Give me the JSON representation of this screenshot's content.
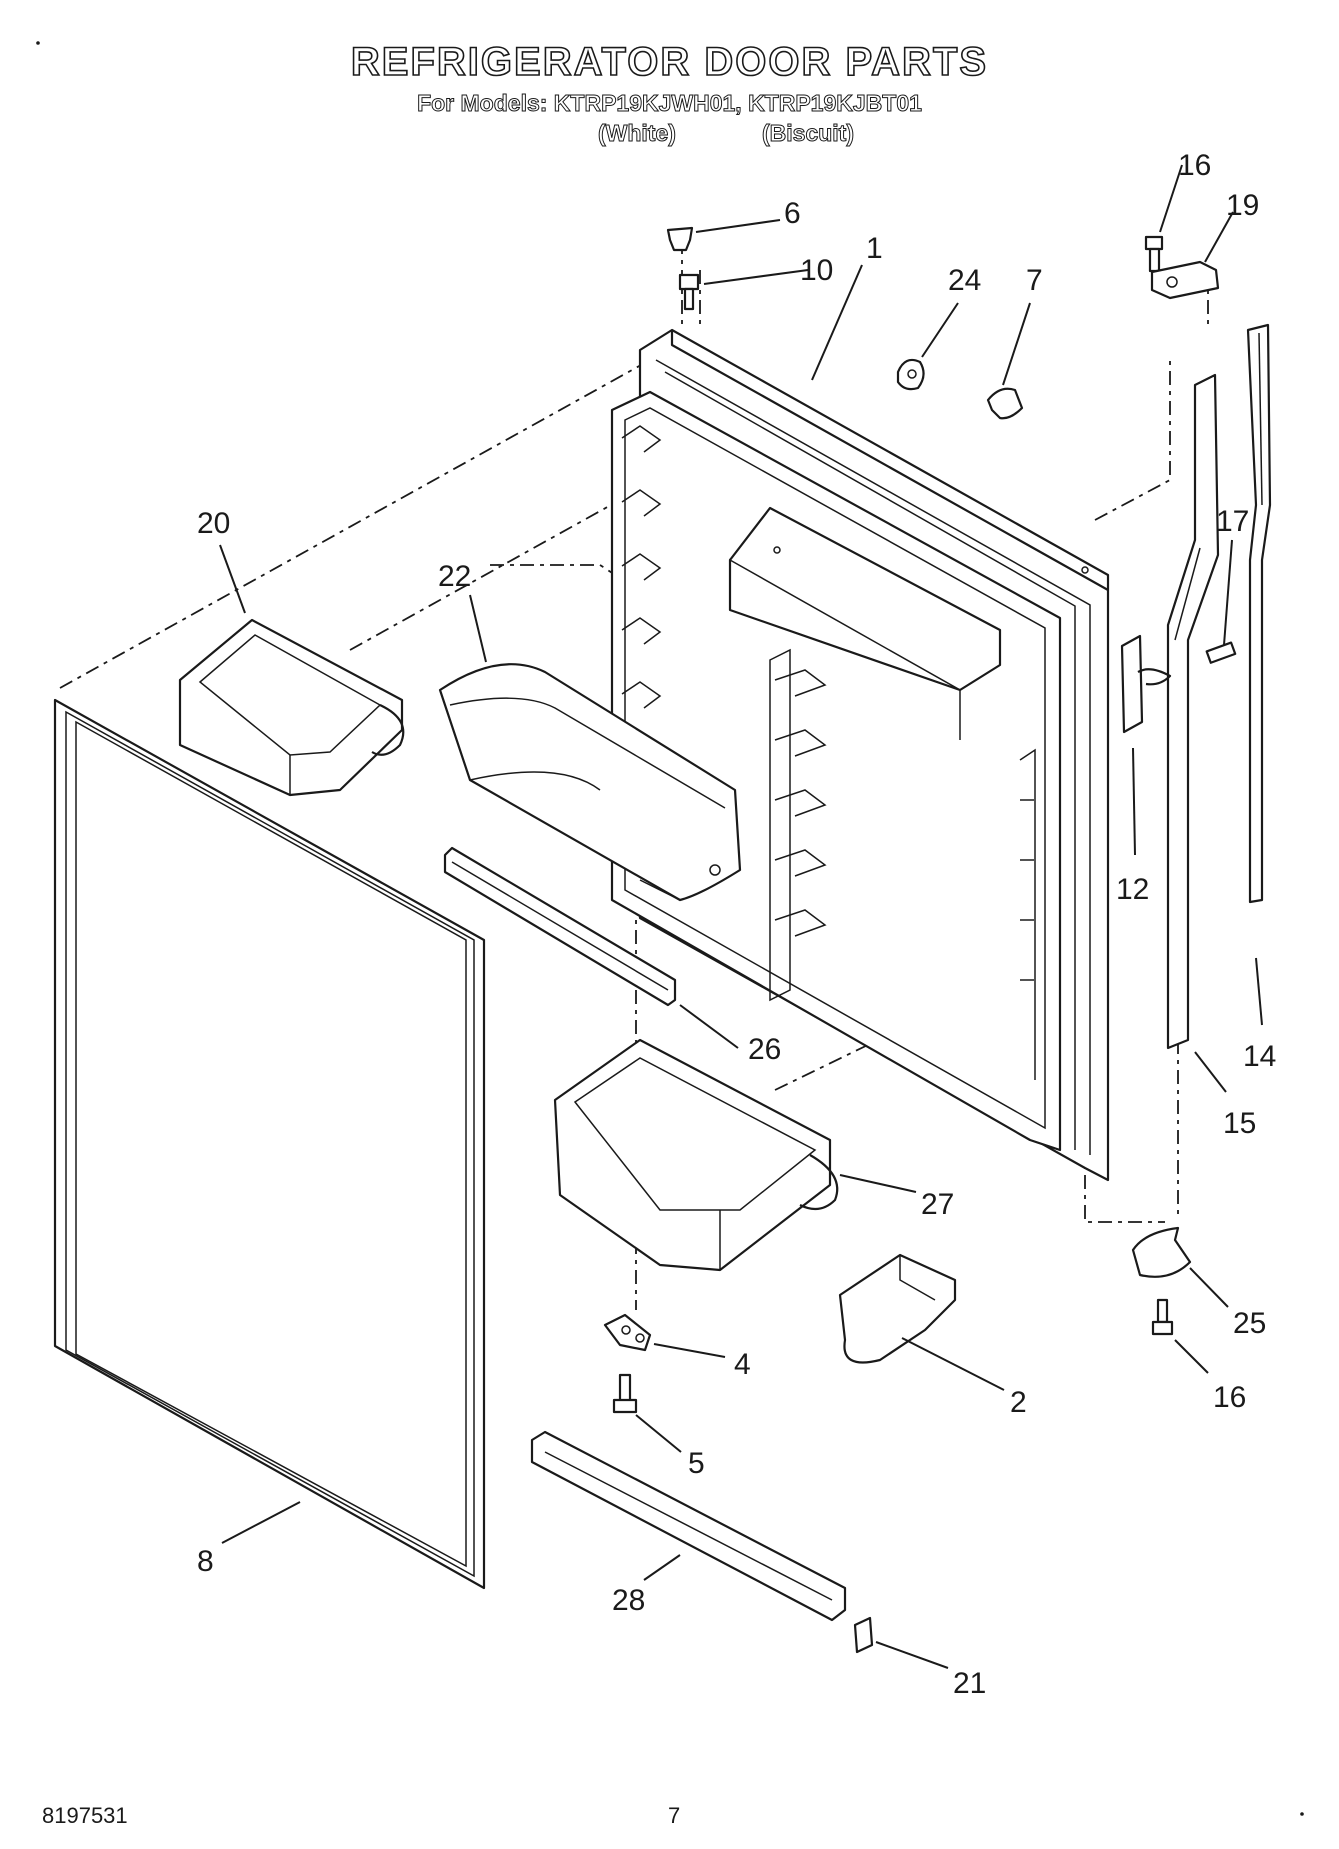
{
  "header": {
    "title": "REFRIGERATOR DOOR PARTS",
    "models": "For Models: KTRP19KJWH01, KTRP19KJBT01",
    "finish_white": "(White)",
    "finish_biscuit": "(Biscuit)"
  },
  "callouts": {
    "c1": "1",
    "c2": "2",
    "c4": "4",
    "c5": "5",
    "c6": "6",
    "c7": "7",
    "c8": "8",
    "c10": "10",
    "c12": "12",
    "c14": "14",
    "c15": "15",
    "c16a": "16",
    "c16b": "16",
    "c17": "17",
    "c19": "19",
    "c20": "20",
    "c21": "21",
    "c22": "22",
    "c24": "24",
    "c25": "25",
    "c26": "26",
    "c27": "27",
    "c28": "28"
  },
  "footer": {
    "doc_number": "8197531",
    "page_number": "7"
  }
}
